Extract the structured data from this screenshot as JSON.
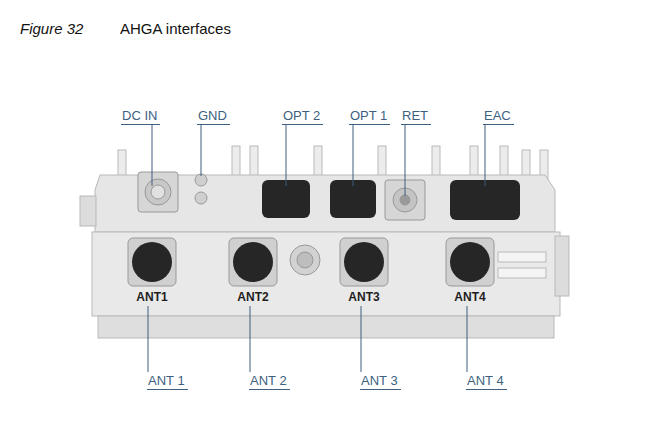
{
  "diagram": {
    "title": "AHGA interfaces",
    "labels": [
      "Figure 32",
      "DC IN",
      "GND",
      "OPT 2",
      "OPT 1",
      "RET",
      "EAC",
      "ANT1",
      "ANT2",
      "ANT3",
      "ANT4",
      "ANT 1",
      "ANT 2",
      "ANT 3",
      "ANT 4"
    ]
  }
}
